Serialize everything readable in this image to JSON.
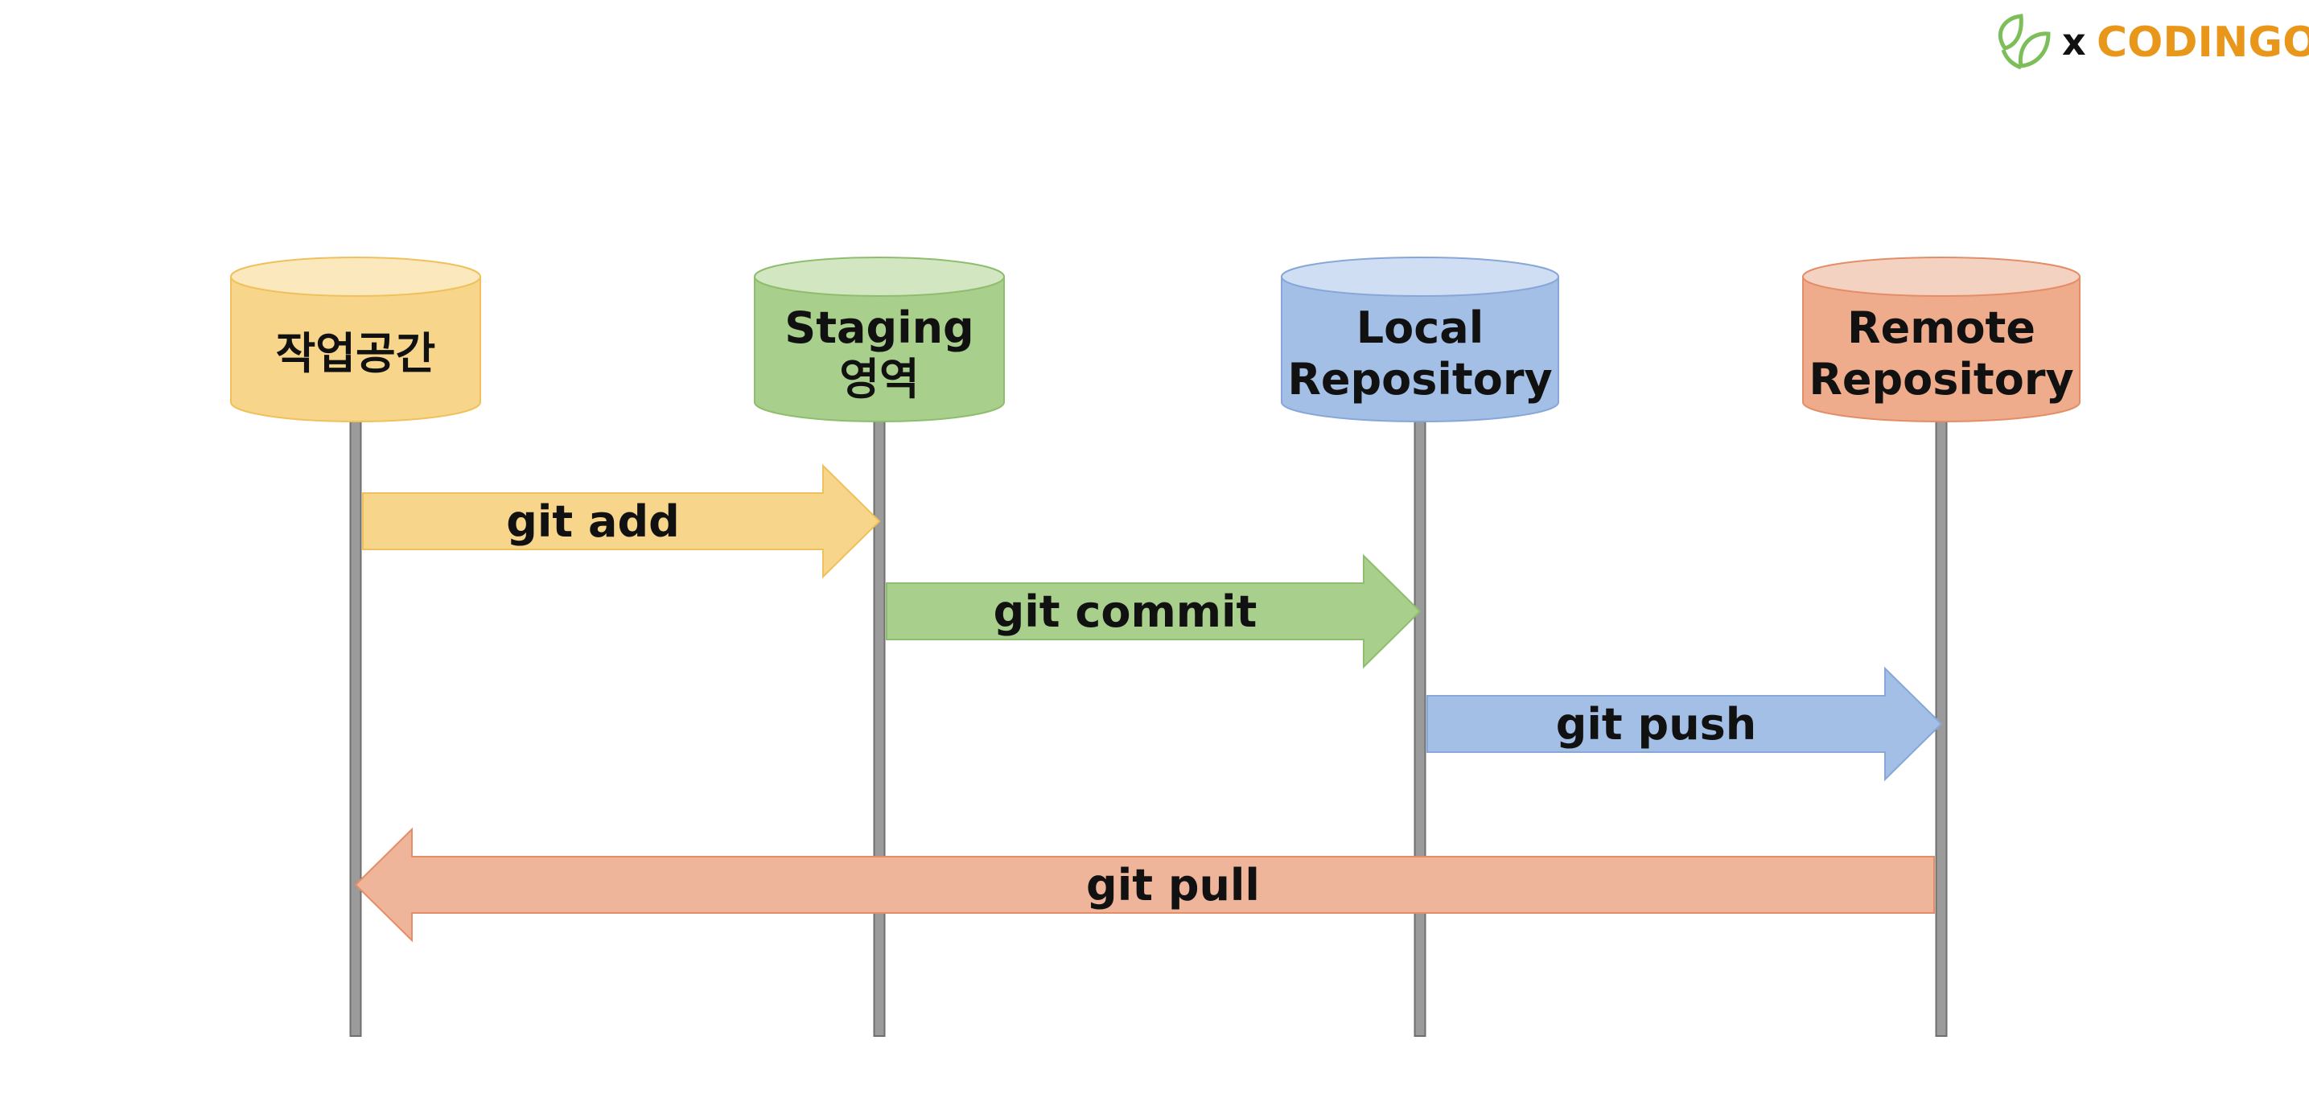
{
  "logo": {
    "separator": "x",
    "brand": "CODINGOn",
    "leaf_color": "#7cbf5a",
    "brand_color": "#e8971b"
  },
  "stages": [
    {
      "lines": [
        "작업공간"
      ],
      "fill": "#f7d68c",
      "top_fill": "#fbe8bd",
      "stroke": "#f0c05a"
    },
    {
      "lines": [
        "Staging",
        "영역"
      ],
      "fill": "#a9cf8c",
      "top_fill": "#d2e6c2",
      "stroke": "#8fbd6e"
    },
    {
      "lines": [
        "Local",
        "Repository"
      ],
      "fill": "#a4bfe6",
      "top_fill": "#d0def3",
      "stroke": "#86a7d8"
    },
    {
      "lines": [
        "Remote",
        "Repository"
      ],
      "fill": "#eeac8d",
      "top_fill": "#f4d2c2",
      "stroke": "#e48d66"
    }
  ],
  "commands": [
    {
      "label": "git add",
      "from": 0,
      "to": 1,
      "fill": "#f7d68c",
      "stroke": "#f0c05a"
    },
    {
      "label": "git commit",
      "from": 1,
      "to": 2,
      "fill": "#a9cf8c",
      "stroke": "#8fbd6e"
    },
    {
      "label": "git push",
      "from": 2,
      "to": 3,
      "fill": "#a4bfe6",
      "stroke": "#86a7d8"
    },
    {
      "label": "git pull",
      "from": 3,
      "to": 0,
      "fill": "#eeb59a",
      "stroke": "#e48d66"
    }
  ]
}
